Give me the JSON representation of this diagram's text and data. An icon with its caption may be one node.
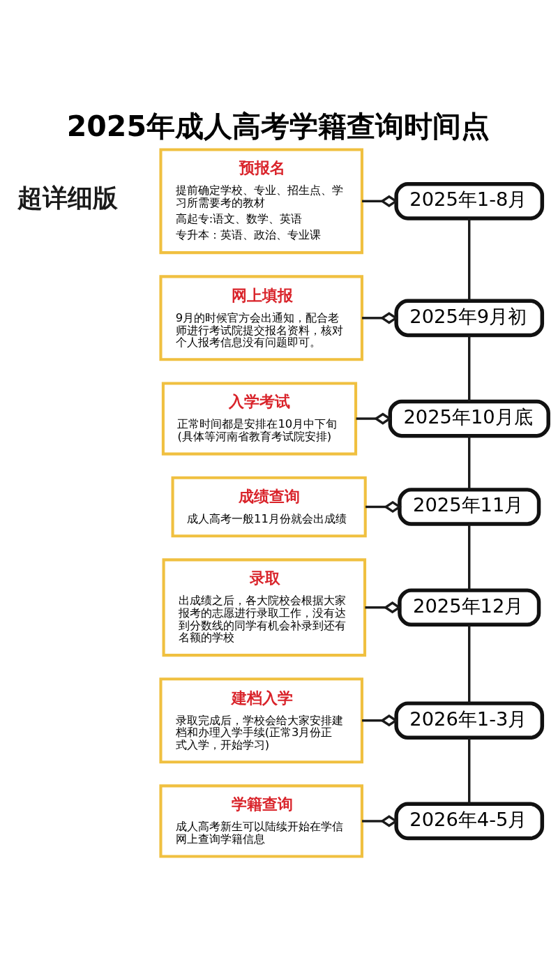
{
  "diagram": {
    "title": "2025年成人高考学籍查询时间点",
    "nodes": [
      {
        "text": [
          "预报名",
          "提前确定学校、专业、招生点、学习所需要考的教材",
          "高起专:语文、数学、英语",
          "专升本：英语、政治、专业课"
        ]
      },
      {
        "text": [
          "2025年1-8月"
        ]
      },
      {
        "text": [
          "2025年9月初"
        ]
      },
      {
        "text": [
          "网上填报",
          "9月的时候官方会出通知，配合老师进行考试院提交报名资料，核对个人报考信息没有问题即可。"
        ]
      },
      {
        "text": [
          "入学考试",
          "正常时间都是安排在10月中下旬(具体等河南省教育考试院安排)"
        ]
      },
      {
        "text": [
          "2025年10月底"
        ]
      },
      {
        "text": [
          "成绩查询",
          "成人高考一般11月份就会出成绩"
        ]
      },
      {
        "text": [
          "2025年11月"
        ]
      },
      {
        "text": [
          "录取",
          "出成绩之后，各大院校会根据大家报考的志愿进行录取工作，没有达到分数线的同学有机会补录到还有名额的学校"
        ]
      },
      {
        "text": [
          "2025年12月"
        ]
      },
      {
        "text": [
          "建档入学",
          "录取完成后，学校会给大家安排建档和办理入学手续(正常3月份正式入学，开始学习)"
        ]
      },
      {
        "text": [
          "2026年1-3月"
        ]
      },
      {
        "text": [
          "学籍查询",
          "成人高考新生可以陆续开始在学信网上查询学籍信息"
        ]
      },
      {
        "text": [
          "2026年4-5月"
        ]
      }
    ],
    "edges": [
      {
        "from": 1,
        "to": 2,
        "arrow": "none"
      },
      {
        "from": 2,
        "to": 5,
        "arrow": "none"
      },
      {
        "from": 5,
        "to": 7,
        "arrow": "none"
      },
      {
        "from": 7,
        "to": 9,
        "arrow": "none"
      },
      {
        "from": 9,
        "to": 11,
        "arrow": "none"
      },
      {
        "from": 11,
        "to": 13,
        "arrow": "none"
      },
      {
        "from": 0,
        "to": 1,
        "arrow": "other"
      },
      {
        "from": 3,
        "to": 2,
        "arrow": "other"
      },
      {
        "from": 4,
        "to": 5,
        "arrow": "other"
      },
      {
        "from": 6,
        "to": 7,
        "arrow": "other"
      },
      {
        "from": 8,
        "to": 9,
        "arrow": "other"
      },
      {
        "from": 10,
        "to": 11,
        "arrow": "other"
      },
      {
        "from": 12,
        "to": 13,
        "arrow": "other"
      }
    ],
    "labels": [
      "超详细版"
    ]
  }
}
